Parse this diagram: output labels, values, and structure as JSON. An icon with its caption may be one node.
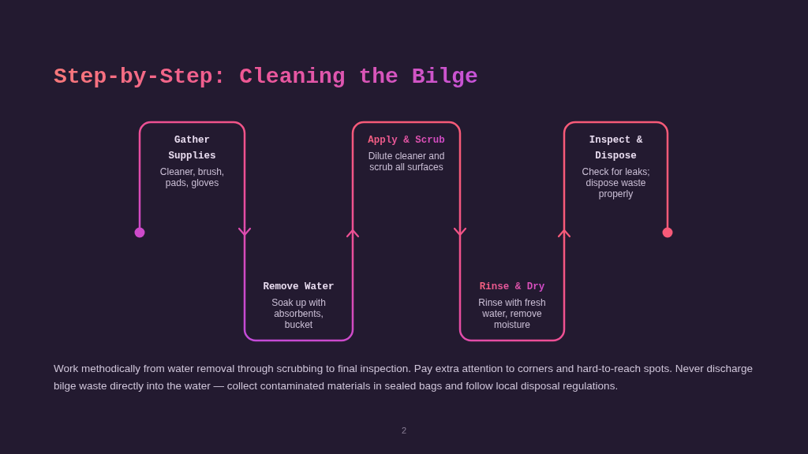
{
  "diagram": {
    "title": "Step-by-Step: Cleaning the Bilge",
    "caption": "Work methodically from water removal through scrubbing to final inspection. Pay extra attention to corners and hard-to-reach spots. Never discharge bilge waste directly into the water — collect contaminated materials in sealed bags and follow local disposal regulations.",
    "nodes": [
      {
        "text": [
          "Gather Supplies",
          "Cleaner, brush, pads, gloves"
        ]
      },
      {
        "text": [
          "Remove Water",
          "Soak up with absorbents, bucket"
        ]
      },
      {
        "text": [
          "Apply & Scrub",
          "Dilute cleaner and scrub all surfaces"
        ]
      },
      {
        "text": [
          "Rinse & Dry",
          "Rinse with fresh water, remove moisture"
        ]
      },
      {
        "text": [
          "Inspect & Dispose",
          "Check for leaks; dispose waste properly"
        ]
      }
    ],
    "edges": [
      {
        "from": 0,
        "to": 1,
        "arrow": "to"
      },
      {
        "from": 1,
        "to": 2,
        "arrow": "to"
      },
      {
        "from": 2,
        "to": 3,
        "arrow": "to"
      },
      {
        "from": 3,
        "to": 4,
        "arrow": "to"
      }
    ],
    "labels": [
      "2"
    ]
  }
}
